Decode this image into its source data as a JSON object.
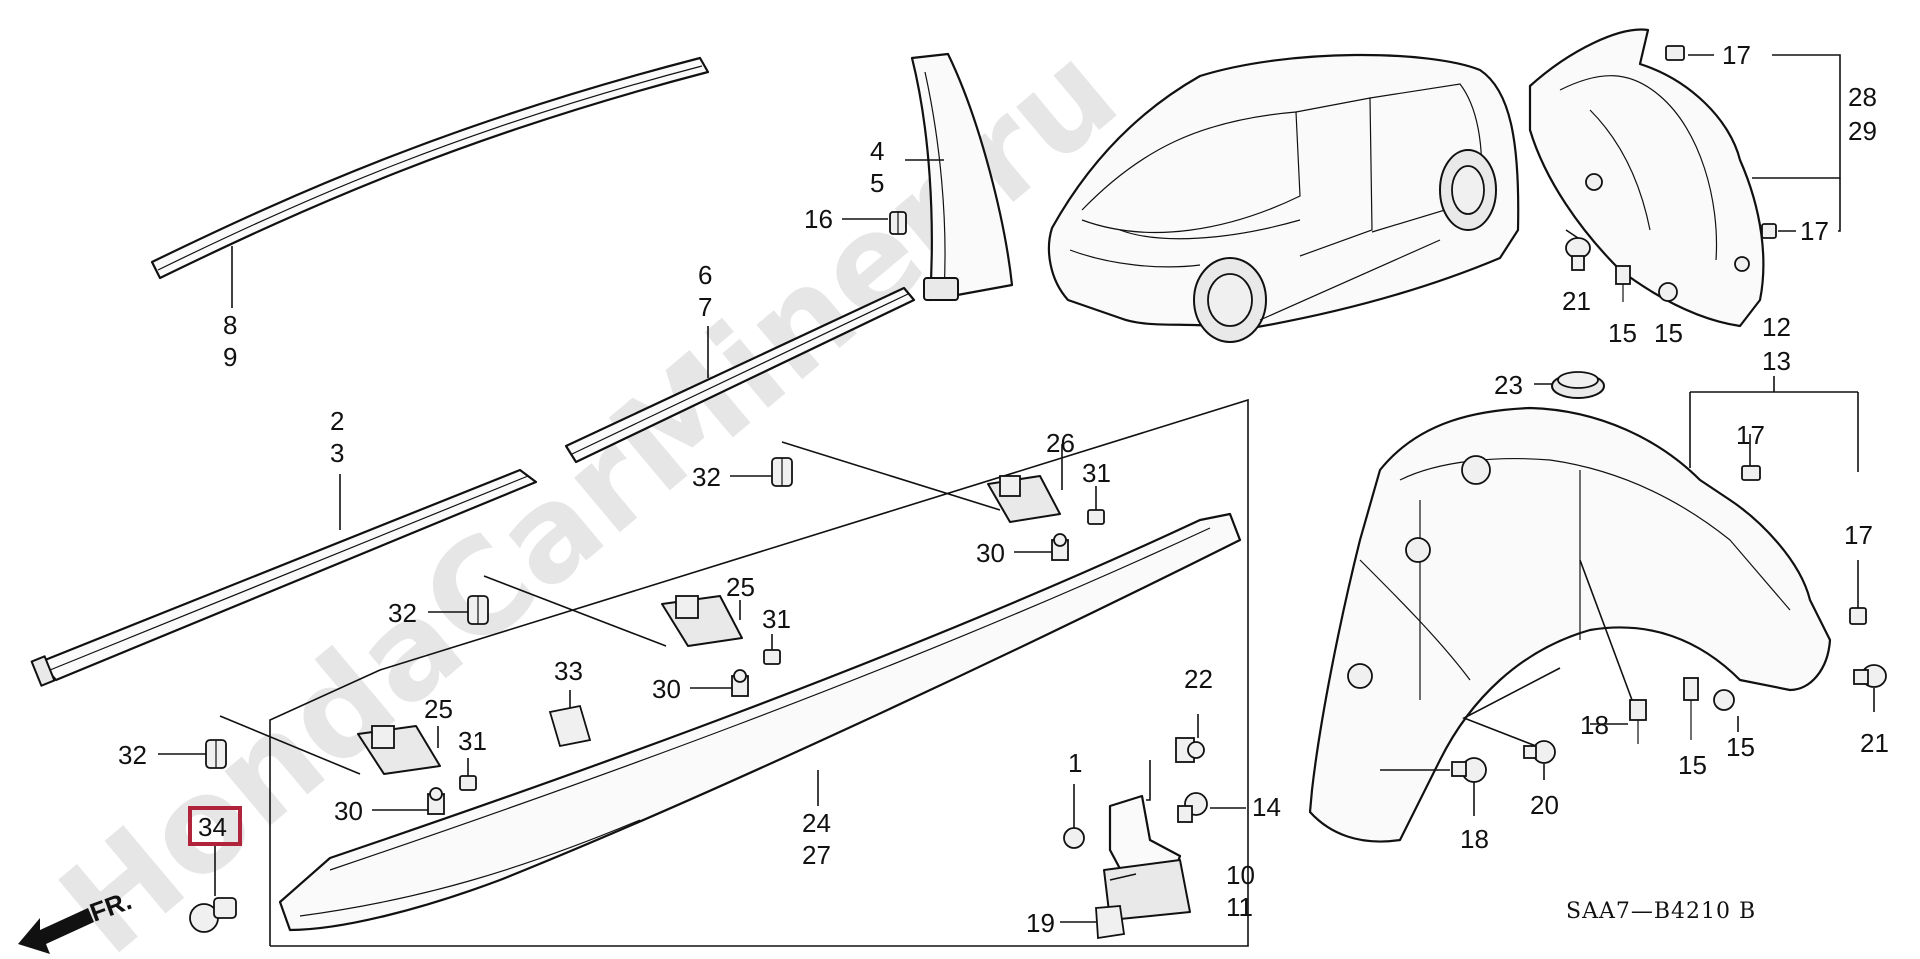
{
  "watermark": "HondaCarMiner.ru",
  "diagram_code": "SAA7—B4210 B",
  "front_indicator": "FR.",
  "highlighted_part": "34",
  "labels": {
    "l1": "1",
    "l2": "2",
    "l3": "3",
    "l4": "4",
    "l5": "5",
    "l6": "6",
    "l7": "7",
    "l8": "8",
    "l9": "9",
    "l10": "10",
    "l11": "11",
    "l12": "12",
    "l13": "13",
    "l14": "14",
    "l15a": "15",
    "l15b": "15",
    "l15c": "15",
    "l15d": "15",
    "l16": "16",
    "l17a": "17",
    "l17b": "17",
    "l17c": "17",
    "l17d": "17",
    "l18a": "18",
    "l18b": "18",
    "l19": "19",
    "l20": "20",
    "l21a": "21",
    "l21b": "21",
    "l22": "22",
    "l23": "23",
    "l24": "24",
    "l25a": "25",
    "l25b": "25",
    "l26": "26",
    "l27": "27",
    "l28": "28",
    "l29": "29",
    "l30a": "30",
    "l30b": "30",
    "l30c": "30",
    "l31a": "31",
    "l31b": "31",
    "l31c": "31",
    "l32a": "32",
    "l32b": "32",
    "l32c": "32",
    "l33": "33",
    "l34": "34"
  }
}
